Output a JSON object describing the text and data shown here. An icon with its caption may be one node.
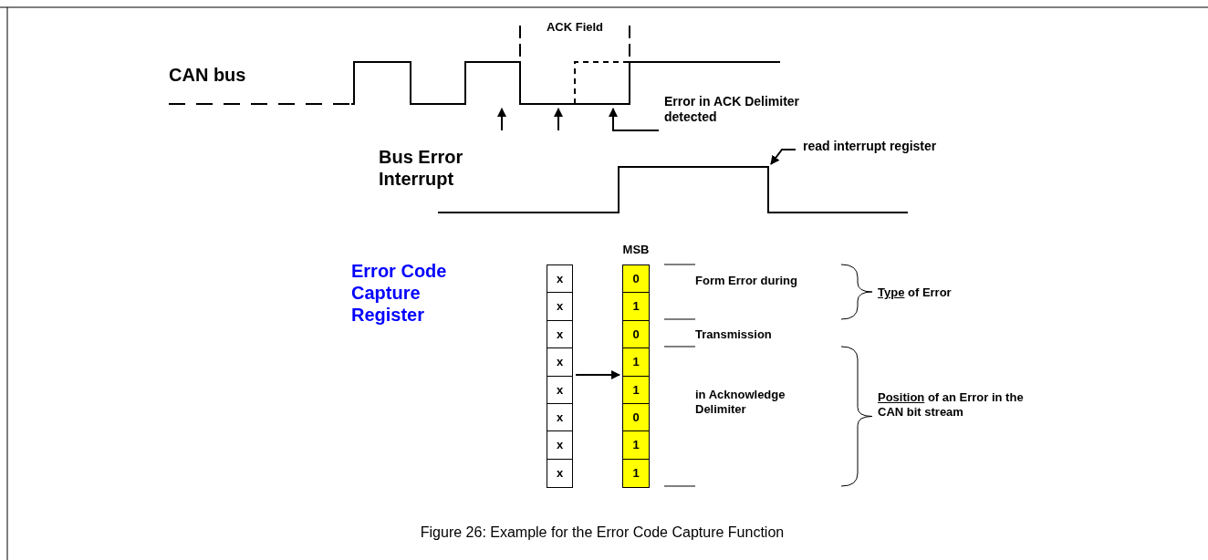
{
  "diagram": {
    "caption": "Figure 26: Example for the Error Code Capture Function",
    "nodes": [
      {
        "text": [
          "Error in ACK Delimiter detected"
        ]
      },
      {
        "text": [
          "read interrupt register"
        ]
      },
      {
        "text": [
          "x",
          "x",
          "x",
          "x",
          "x",
          "x",
          "x",
          "x"
        ]
      },
      {
        "text": [
          "0",
          "1",
          "0",
          "1",
          "1",
          "0",
          "1",
          "1"
        ],
        "beside": [
          "MSB"
        ]
      }
    ],
    "edges": [
      {
        "from": 0,
        "to": null,
        "arrow": "to"
      },
      {
        "from": 1,
        "to": null,
        "arrow": "to"
      },
      {
        "from": 2,
        "to": 3,
        "arrow": "to"
      }
    ],
    "labels": [
      "ACK Field",
      "CAN bus",
      "Bus Error Interrupt",
      "Error Code Capture Register",
      "Form Error during",
      "Type of Error",
      "Transmission",
      "in Acknowledge Delimiter",
      "Position of an Error in the CAN bit stream"
    ]
  }
}
